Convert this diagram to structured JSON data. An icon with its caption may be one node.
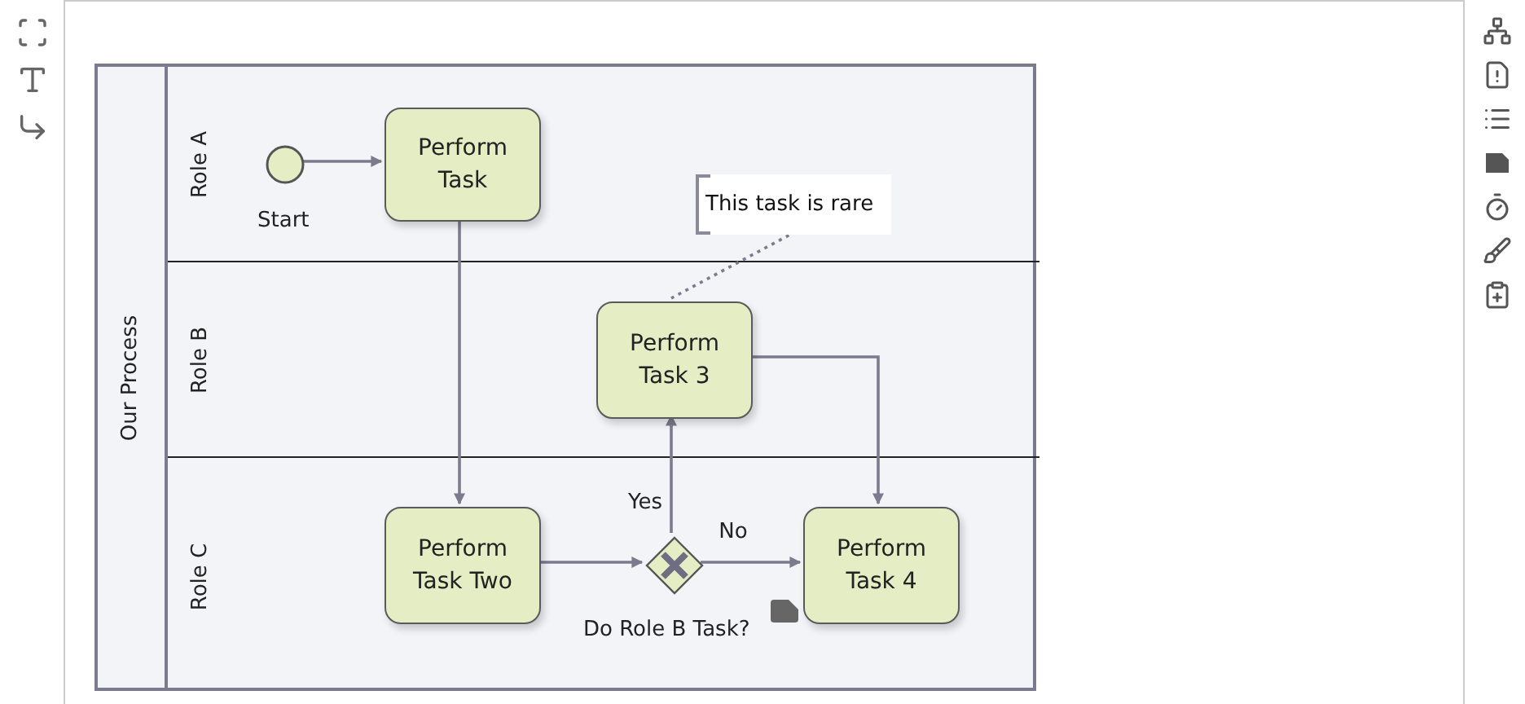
{
  "diagram": {
    "nodes": [
      {
        "text": [
          "Our Process"
        ]
      },
      {
        "text": [
          "Role A"
        ],
        "in": 0
      },
      {
        "text": [
          "Role B"
        ],
        "in": 0
      },
      {
        "text": [
          "Role C"
        ],
        "in": 0
      },
      {
        "text": [],
        "shape": "circle",
        "in": 1,
        "beside": [
          "Start"
        ]
      },
      {
        "text": [
          "Perform Task"
        ],
        "in": 1
      },
      {
        "text": [
          "This task is rare"
        ],
        "in": 1
      },
      {
        "text": [
          "Perform Task 3"
        ],
        "in": 2
      },
      {
        "text": [
          "Perform Task Two"
        ],
        "in": 3
      },
      {
        "text": [],
        "shape": "diamond",
        "in": 3,
        "beside": [
          "Do Role B Task?"
        ]
      },
      {
        "text": [
          "Perform Task 4"
        ],
        "in": 3
      }
    ],
    "edges": [
      {
        "from": 4,
        "to": 5,
        "arrow": "to"
      },
      {
        "from": 5,
        "to": 8,
        "arrow": "to"
      },
      {
        "from": 8,
        "to": 9,
        "arrow": "to"
      },
      {
        "from": 9,
        "to": 7,
        "arrow": "to",
        "label": "Yes"
      },
      {
        "from": 9,
        "to": 10,
        "arrow": "to",
        "label": "No"
      },
      {
        "from": 7,
        "to": 10,
        "arrow": "to"
      },
      {
        "from": 6,
        "to": 7,
        "arrow": "none",
        "style": "dashed"
      }
    ]
  }
}
